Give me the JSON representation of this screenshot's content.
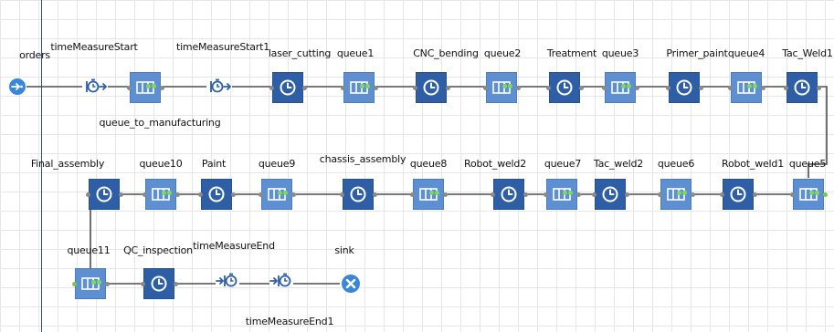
{
  "colors": {
    "delay_block": "#2e5fa6",
    "queue_block": "#5e8fd1",
    "source_sink": "#3a86d9",
    "time_measure": "#2e5fa6",
    "indicator": "#7ed957",
    "connector": "#4d4d4d",
    "grid": "#e6e6e6"
  },
  "icons": {
    "delay": "clock-icon",
    "queue": "queue-icon",
    "source": "source-arrow-icon",
    "sink": "sink-x-icon",
    "time_measure_start": "time-measure-start-icon",
    "time_measure_end": "time-measure-end-icon"
  },
  "nodes": {
    "orders": "orders",
    "timeMeasureStart": "timeMeasureStart",
    "queue_to_manufacturing": "queue_to_manufacturing",
    "timeMeasureStart1": "timeMeasureStart1",
    "laser_cutting": "laser_cutting",
    "queue1": "queue1",
    "CNC_bending": "CNC_bending",
    "queue2": "queue2",
    "Treatment": "Treatment",
    "queue3": "queue3",
    "Primer_paint": "Primer_paint",
    "queue4": "queue4",
    "Tac_Weld1": "Tac_Weld1",
    "queue5": "queue5",
    "Robot_weld1": "Robot_weld1",
    "queue6": "queue6",
    "Tac_weld2": "Tac_weld2",
    "queue7": "queue7",
    "Robot_weld2": "Robot_weld2",
    "queue8": "queue8",
    "chassis_assembly": "chassis_assembly",
    "queue9": "queue9",
    "Paint": "Paint",
    "queue10": "queue10",
    "Final_assembly": "Final_assembly",
    "queue11": "queue11",
    "QC_inspection": "QC_inspection",
    "timeMeasureEnd": "timeMeasureEnd",
    "timeMeasureEnd1": "timeMeasureEnd1",
    "sink": "sink"
  }
}
